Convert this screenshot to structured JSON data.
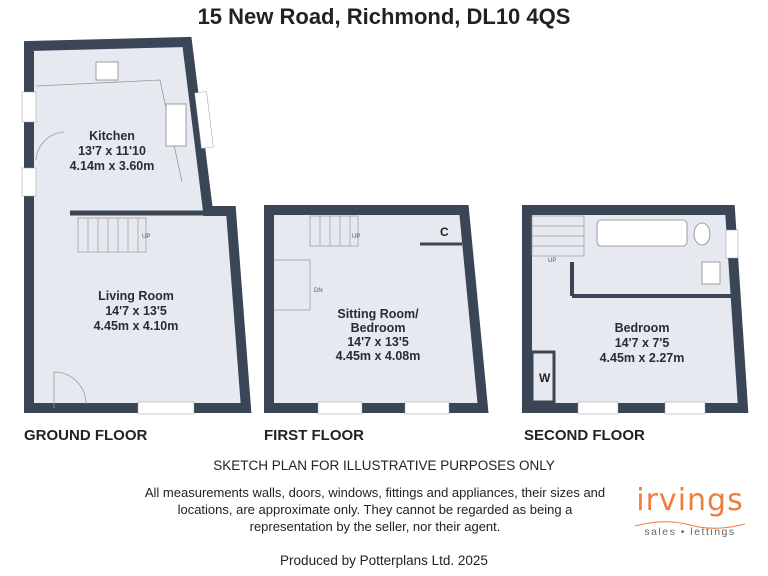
{
  "title": "15 New Road, Richmond, DL10 4QS",
  "colors": {
    "wall": "#3a4656",
    "floor": "#e7e9f0",
    "brand": "#ef7d3c"
  },
  "floors": [
    {
      "label": "GROUND FLOOR",
      "rooms": [
        {
          "name": "Kitchen",
          "imperial": "13'7 x 11'10",
          "metric": "4.14m x 3.60m"
        },
        {
          "name": "Living Room",
          "imperial": "14'7 x 13'5",
          "metric": "4.45m x 4.10m"
        }
      ],
      "stair": "UP"
    },
    {
      "label": "FIRST FLOOR",
      "rooms": [
        {
          "name": "Sitting Room/",
          "name2": "Bedroom",
          "imperial": "14'7 x 13'5",
          "metric": "4.45m x 4.08m"
        }
      ],
      "stair": "UP",
      "stair2": "DN",
      "cupboard": "C"
    },
    {
      "label": "SECOND FLOOR",
      "rooms": [
        {
          "name": "Bedroom",
          "imperial": "14'7 x 7'5",
          "metric": "4.45m x 2.27m"
        }
      ],
      "stair": "UP",
      "wardrobe": "W"
    }
  ],
  "sketch_note": "SKETCH PLAN FOR ILLUSTRATIVE PURPOSES ONLY",
  "disclaimer": "All measurements walls, doors, windows, fittings and appliances, their sizes and locations, are approximate only. They cannot be regarded as being a representation by the seller, nor their agent.",
  "producer": "Produced by Potterplans Ltd. 2025",
  "logo": {
    "name": "irvings",
    "tagline": "sales • lettings"
  }
}
